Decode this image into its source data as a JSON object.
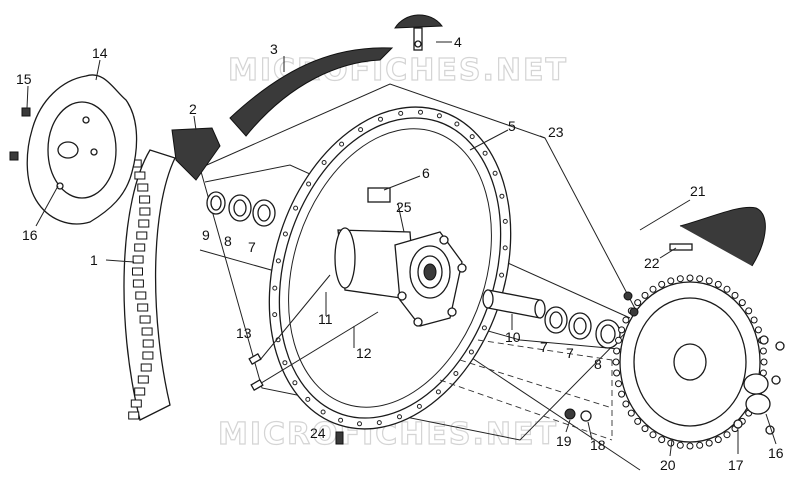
{
  "watermarks": [
    "MICROFICHES.NET",
    "MICROFICHES.NET"
  ],
  "callouts": [
    {
      "id": "c1",
      "text": "1"
    },
    {
      "id": "c2",
      "text": "2"
    },
    {
      "id": "c3",
      "text": "3"
    },
    {
      "id": "c4",
      "text": "4"
    },
    {
      "id": "c5",
      "text": "5"
    },
    {
      "id": "c6",
      "text": "6"
    },
    {
      "id": "c7a",
      "text": "7"
    },
    {
      "id": "c7b",
      "text": "7"
    },
    {
      "id": "c7c",
      "text": "7"
    },
    {
      "id": "c8a",
      "text": "8"
    },
    {
      "id": "c8b",
      "text": "8"
    },
    {
      "id": "c9",
      "text": "9"
    },
    {
      "id": "c10",
      "text": "10"
    },
    {
      "id": "c11",
      "text": "11"
    },
    {
      "id": "c12",
      "text": "12"
    },
    {
      "id": "c13",
      "text": "13"
    },
    {
      "id": "c14",
      "text": "14"
    },
    {
      "id": "c15",
      "text": "15"
    },
    {
      "id": "c16a",
      "text": "16"
    },
    {
      "id": "c16b",
      "text": "16"
    },
    {
      "id": "c17",
      "text": "17"
    },
    {
      "id": "c18",
      "text": "18"
    },
    {
      "id": "c19",
      "text": "19"
    },
    {
      "id": "c20",
      "text": "20"
    },
    {
      "id": "c21",
      "text": "21"
    },
    {
      "id": "c22",
      "text": "22"
    },
    {
      "id": "c23",
      "text": "23"
    },
    {
      "id": "c24",
      "text": "24"
    },
    {
      "id": "c25",
      "text": "25"
    }
  ]
}
